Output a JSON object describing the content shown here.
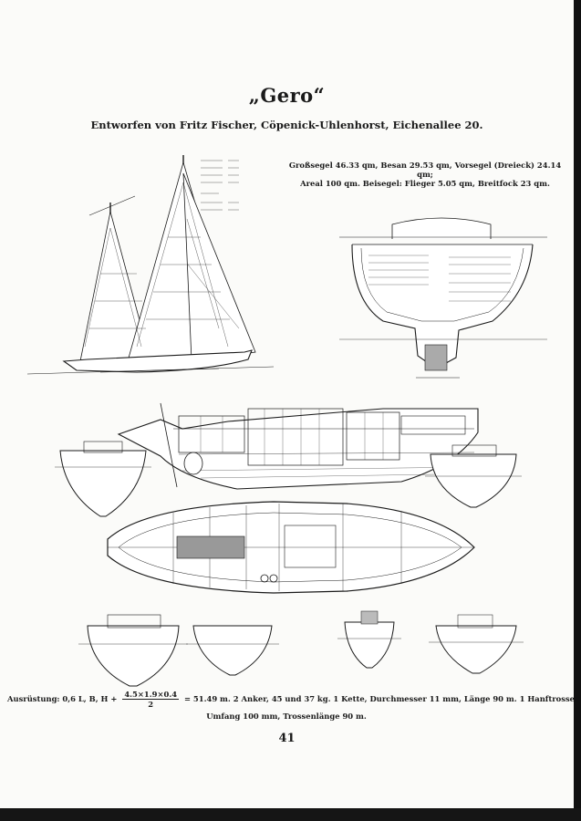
{
  "title": "„Gero“",
  "subtitle": "Entworfen von Fritz Fischer, Cöpenick-Uhlenhorst, Eichenallee 20.",
  "sail_areas": {
    "line1": "Großsegel 46.33 qm, Besan 29.53 qm, Vorsegel (Dreieck) 24.14 qm;",
    "line2": "Areal 100 qm. Beisegel: Flieger 5.05 qm, Breitfock 23 qm."
  },
  "equipment": {
    "prefix": "Ausrüstung: 0,6 L, B, H +",
    "numerator": "4.5×1.9×0.4",
    "denominator": "2",
    "suffix": "= 51.49 m.   2 Anker, 45 und 37 kg.   1 Kette, Durchmesser 11 mm, Länge 90 m.   1 Hanftrosse,",
    "line2": "Umfang 100 mm, Trossenlänge 90 m."
  },
  "page_number": "41",
  "colors": {
    "paper": "#fbfbf9",
    "ink": "#1a1a1a",
    "border": "#000000"
  }
}
